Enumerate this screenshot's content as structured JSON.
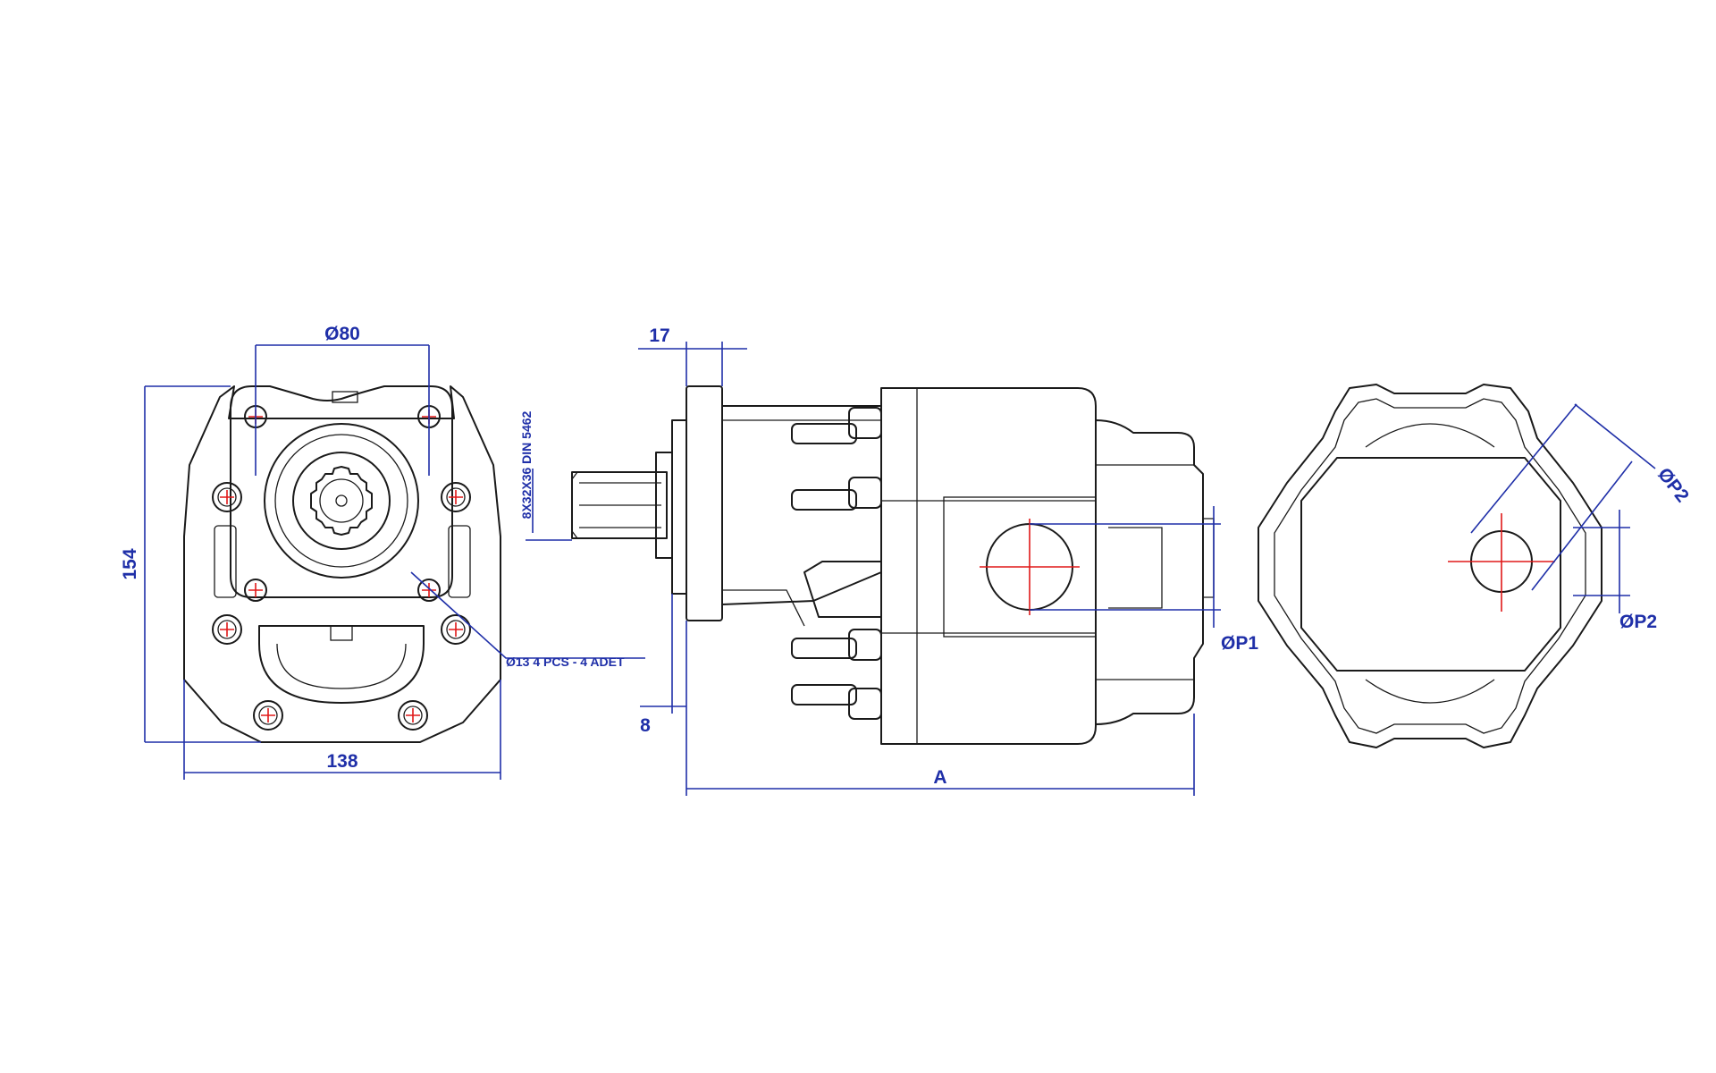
{
  "dimensions": {
    "flange_diameter": "Ø80",
    "height": "154",
    "width": "138",
    "shaft_spec": "8X32X36 DIN 5462",
    "bolt_holes": "Ø13 4 PCS - 4 ADET",
    "flange_thickness": "17",
    "flange_offset": "8",
    "overall_length": "A",
    "port_p1": "ØP1",
    "port_p2": "ØP2",
    "port_p2_diag": "ØP2"
  },
  "colors": {
    "outline": "#1a1a1a",
    "dimension": "#1f2fa8",
    "centerline": "#e01818"
  }
}
